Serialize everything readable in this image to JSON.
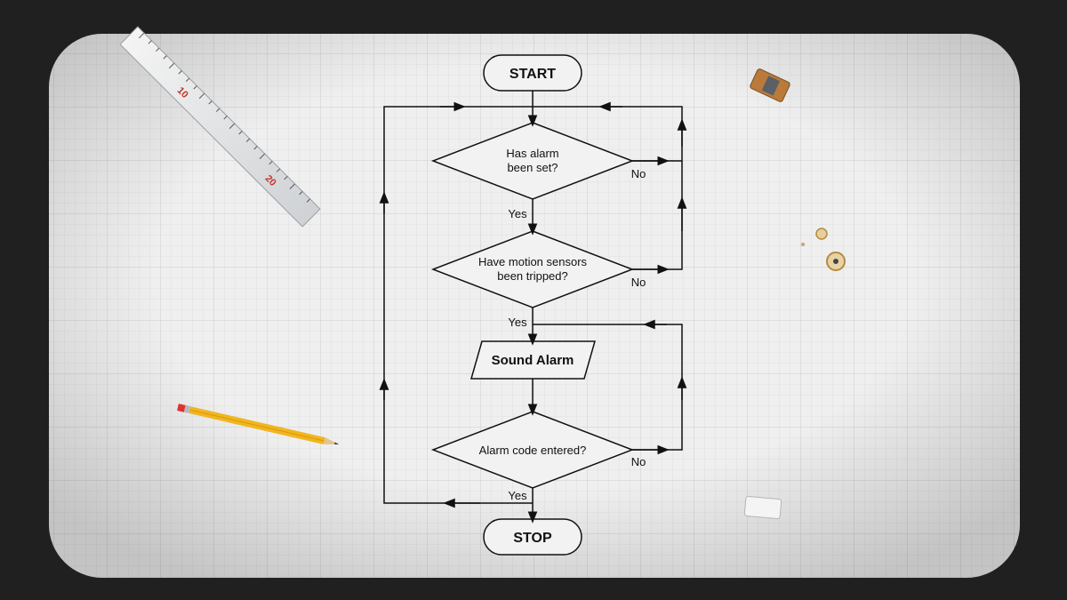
{
  "flowchart": {
    "start": "START",
    "decision_alarm_set": [
      "Has alarm",
      "been set?"
    ],
    "decision_motion": [
      "Have motion sensors",
      "been tripped?"
    ],
    "process_sound": "Sound Alarm",
    "decision_code": "Alarm code entered?",
    "stop": "STOP",
    "yes": "Yes",
    "no": "No"
  },
  "ruler_marks": [
    "10",
    "20"
  ],
  "colors": {
    "paper": "#efefef",
    "grid": "#d9dcdf",
    "ink": "#111111",
    "frame": "#202020",
    "pencil": "#f2b51e"
  }
}
